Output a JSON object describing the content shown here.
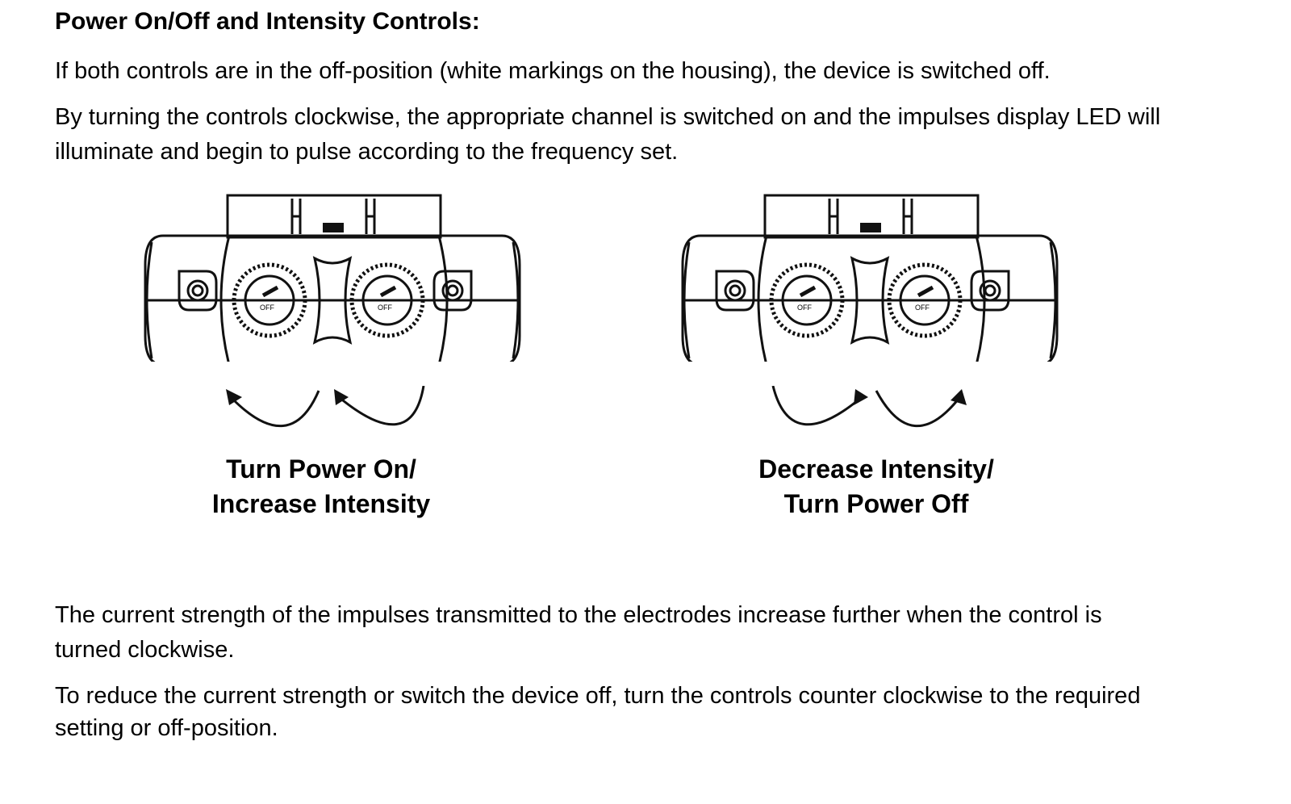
{
  "heading": "Power On/Off and Intensity Controls:",
  "paragraphs": [
    "If both controls are in the off-position (white markings on the housing), the device is switched off.",
    "By turning the controls clockwise, the appropriate channel is switched on and the impulses display LED will",
    "illuminate and begin to pulse according to the frequency set.",
    "The current strength of the impulses transmitted to the electrodes increase further when the control is",
    "turned clockwise.",
    "To reduce the current strength or switch the device off, turn the controls counter clockwise to the required",
    "setting or off-position."
  ],
  "figures": [
    {
      "caption_line1": "Turn Power On/",
      "caption_line2": "Increase Intensity",
      "knob_label": "OFF"
    },
    {
      "caption_line1": "Decrease Intensity/",
      "caption_line2": "Turn Power Off",
      "knob_label": "OFF"
    }
  ]
}
